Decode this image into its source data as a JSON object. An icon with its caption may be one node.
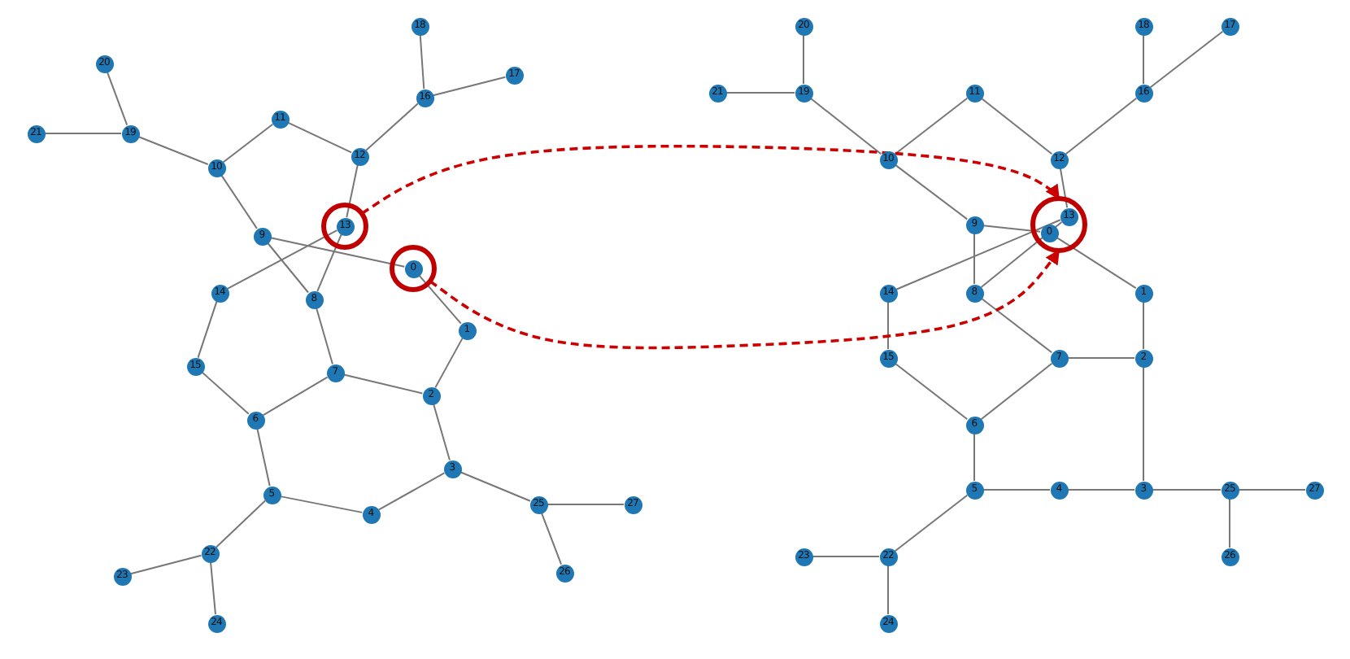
{
  "diagram": {
    "nodes": [
      {
        "text": [
          "0"
        ]
      },
      {
        "text": [
          "1"
        ]
      },
      {
        "text": [
          "2"
        ]
      },
      {
        "text": [
          "3"
        ]
      },
      {
        "text": [
          "4"
        ]
      },
      {
        "text": [
          "5"
        ]
      },
      {
        "text": [
          "6"
        ]
      },
      {
        "text": [
          "7"
        ]
      },
      {
        "text": [
          "8"
        ]
      },
      {
        "text": [
          "9"
        ]
      },
      {
        "text": [
          "10"
        ]
      },
      {
        "text": [
          "11"
        ]
      },
      {
        "text": [
          "12"
        ]
      },
      {
        "text": [
          "13"
        ]
      },
      {
        "text": [
          "14"
        ]
      },
      {
        "text": [
          "15"
        ]
      },
      {
        "text": [
          "16"
        ]
      },
      {
        "text": [
          "17"
        ]
      },
      {
        "text": [
          "18"
        ]
      },
      {
        "text": [
          "19"
        ]
      },
      {
        "text": [
          "20"
        ]
      },
      {
        "text": [
          "21"
        ]
      },
      {
        "text": [
          "22"
        ]
      },
      {
        "text": [
          "23"
        ]
      },
      {
        "text": [
          "24"
        ]
      },
      {
        "text": [
          "25"
        ]
      },
      {
        "text": [
          "26"
        ]
      },
      {
        "text": [
          "27"
        ]
      },
      {
        "text": [
          "0"
        ]
      },
      {
        "text": [
          "1"
        ]
      },
      {
        "text": [
          "2"
        ]
      },
      {
        "text": [
          "3"
        ]
      },
      {
        "text": [
          "4"
        ]
      },
      {
        "text": [
          "5"
        ]
      },
      {
        "text": [
          "6"
        ]
      },
      {
        "text": [
          "7"
        ]
      },
      {
        "text": [
          "8"
        ]
      },
      {
        "text": [
          "9"
        ]
      },
      {
        "text": [
          "10"
        ]
      },
      {
        "text": [
          "11"
        ]
      },
      {
        "text": [
          "12"
        ]
      },
      {
        "text": [
          "13"
        ]
      },
      {
        "text": [
          "14"
        ]
      },
      {
        "text": [
          "15"
        ]
      },
      {
        "text": [
          "16"
        ]
      },
      {
        "text": [
          "17"
        ]
      },
      {
        "text": [
          "18"
        ]
      },
      {
        "text": [
          "19"
        ]
      },
      {
        "text": [
          "20"
        ]
      },
      {
        "text": [
          "21"
        ]
      },
      {
        "text": [
          "22"
        ]
      },
      {
        "text": [
          "23"
        ]
      },
      {
        "text": [
          "24"
        ]
      },
      {
        "text": [
          "25"
        ]
      },
      {
        "text": [
          "26"
        ]
      },
      {
        "text": [
          "27"
        ]
      }
    ],
    "edges": [
      {
        "from": 19,
        "to": 20,
        "arrow": "none"
      },
      {
        "from": 19,
        "to": 21,
        "arrow": "none"
      },
      {
        "from": 19,
        "to": 10,
        "arrow": "none"
      },
      {
        "from": 10,
        "to": 11,
        "arrow": "none"
      },
      {
        "from": 10,
        "to": 9,
        "arrow": "none"
      },
      {
        "from": 11,
        "to": 12,
        "arrow": "none"
      },
      {
        "from": 12,
        "to": 16,
        "arrow": "none"
      },
      {
        "from": 16,
        "to": 18,
        "arrow": "none"
      },
      {
        "from": 16,
        "to": 17,
        "arrow": "none"
      },
      {
        "from": 12,
        "to": 13,
        "arrow": "none"
      },
      {
        "from": 9,
        "to": 0,
        "arrow": "none"
      },
      {
        "from": 9,
        "to": 8,
        "arrow": "none"
      },
      {
        "from": 13,
        "to": 14,
        "arrow": "none"
      },
      {
        "from": 13,
        "to": 8,
        "arrow": "none"
      },
      {
        "from": 0,
        "to": 1,
        "arrow": "none"
      },
      {
        "from": 14,
        "to": 15,
        "arrow": "none"
      },
      {
        "from": 8,
        "to": 7,
        "arrow": "none"
      },
      {
        "from": 15,
        "to": 6,
        "arrow": "none"
      },
      {
        "from": 7,
        "to": 6,
        "arrow": "none"
      },
      {
        "from": 7,
        "to": 2,
        "arrow": "none"
      },
      {
        "from": 1,
        "to": 2,
        "arrow": "none"
      },
      {
        "from": 2,
        "to": 3,
        "arrow": "none"
      },
      {
        "from": 6,
        "to": 5,
        "arrow": "none"
      },
      {
        "from": 5,
        "to": 4,
        "arrow": "none"
      },
      {
        "from": 4,
        "to": 3,
        "arrow": "none"
      },
      {
        "from": 3,
        "to": 25,
        "arrow": "none"
      },
      {
        "from": 25,
        "to": 27,
        "arrow": "none"
      },
      {
        "from": 25,
        "to": 26,
        "arrow": "none"
      },
      {
        "from": 5,
        "to": 22,
        "arrow": "none"
      },
      {
        "from": 22,
        "to": 23,
        "arrow": "none"
      },
      {
        "from": 22,
        "to": 24,
        "arrow": "none"
      },
      {
        "from": 47,
        "to": 48,
        "arrow": "none"
      },
      {
        "from": 47,
        "to": 49,
        "arrow": "none"
      },
      {
        "from": 47,
        "to": 38,
        "arrow": "none"
      },
      {
        "from": 38,
        "to": 39,
        "arrow": "none"
      },
      {
        "from": 38,
        "to": 37,
        "arrow": "none"
      },
      {
        "from": 39,
        "to": 40,
        "arrow": "none"
      },
      {
        "from": 40,
        "to": 44,
        "arrow": "none"
      },
      {
        "from": 44,
        "to": 46,
        "arrow": "none"
      },
      {
        "from": 44,
        "to": 45,
        "arrow": "none"
      },
      {
        "from": 40,
        "to": 41,
        "arrow": "none"
      },
      {
        "from": 37,
        "to": 28,
        "arrow": "none"
      },
      {
        "from": 37,
        "to": 36,
        "arrow": "none"
      },
      {
        "from": 41,
        "to": 42,
        "arrow": "none"
      },
      {
        "from": 41,
        "to": 36,
        "arrow": "none"
      },
      {
        "from": 28,
        "to": 29,
        "arrow": "none"
      },
      {
        "from": 42,
        "to": 43,
        "arrow": "none"
      },
      {
        "from": 36,
        "to": 35,
        "arrow": "none"
      },
      {
        "from": 43,
        "to": 34,
        "arrow": "none"
      },
      {
        "from": 35,
        "to": 34,
        "arrow": "none"
      },
      {
        "from": 35,
        "to": 30,
        "arrow": "none"
      },
      {
        "from": 29,
        "to": 30,
        "arrow": "none"
      },
      {
        "from": 30,
        "to": 31,
        "arrow": "none"
      },
      {
        "from": 34,
        "to": 33,
        "arrow": "none"
      },
      {
        "from": 33,
        "to": 32,
        "arrow": "none"
      },
      {
        "from": 32,
        "to": 31,
        "arrow": "none"
      },
      {
        "from": 31,
        "to": 53,
        "arrow": "none"
      },
      {
        "from": 53,
        "to": 55,
        "arrow": "none"
      },
      {
        "from": 53,
        "to": 54,
        "arrow": "none"
      },
      {
        "from": 33,
        "to": 50,
        "arrow": "none"
      },
      {
        "from": 50,
        "to": 51,
        "arrow": "none"
      },
      {
        "from": 50,
        "to": 52,
        "arrow": "none"
      },
      {
        "from": 13,
        "to": 41,
        "arrow": "to",
        "style": "dashed",
        "color": "#cc0000"
      },
      {
        "from": 0,
        "to": 28,
        "arrow": "to",
        "style": "dashed",
        "color": "#cc0000"
      }
    ]
  }
}
